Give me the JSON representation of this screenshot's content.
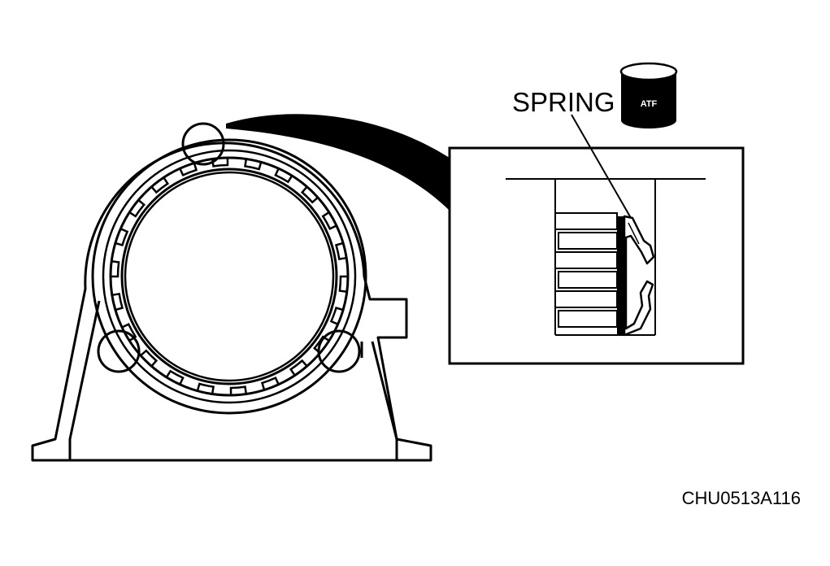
{
  "labels": {
    "spring": "SPRING",
    "fluid_icon": "ATF",
    "figure_code": "CHU0513A116"
  },
  "colors": {
    "ink": "#000000",
    "paper": "#ffffff"
  }
}
